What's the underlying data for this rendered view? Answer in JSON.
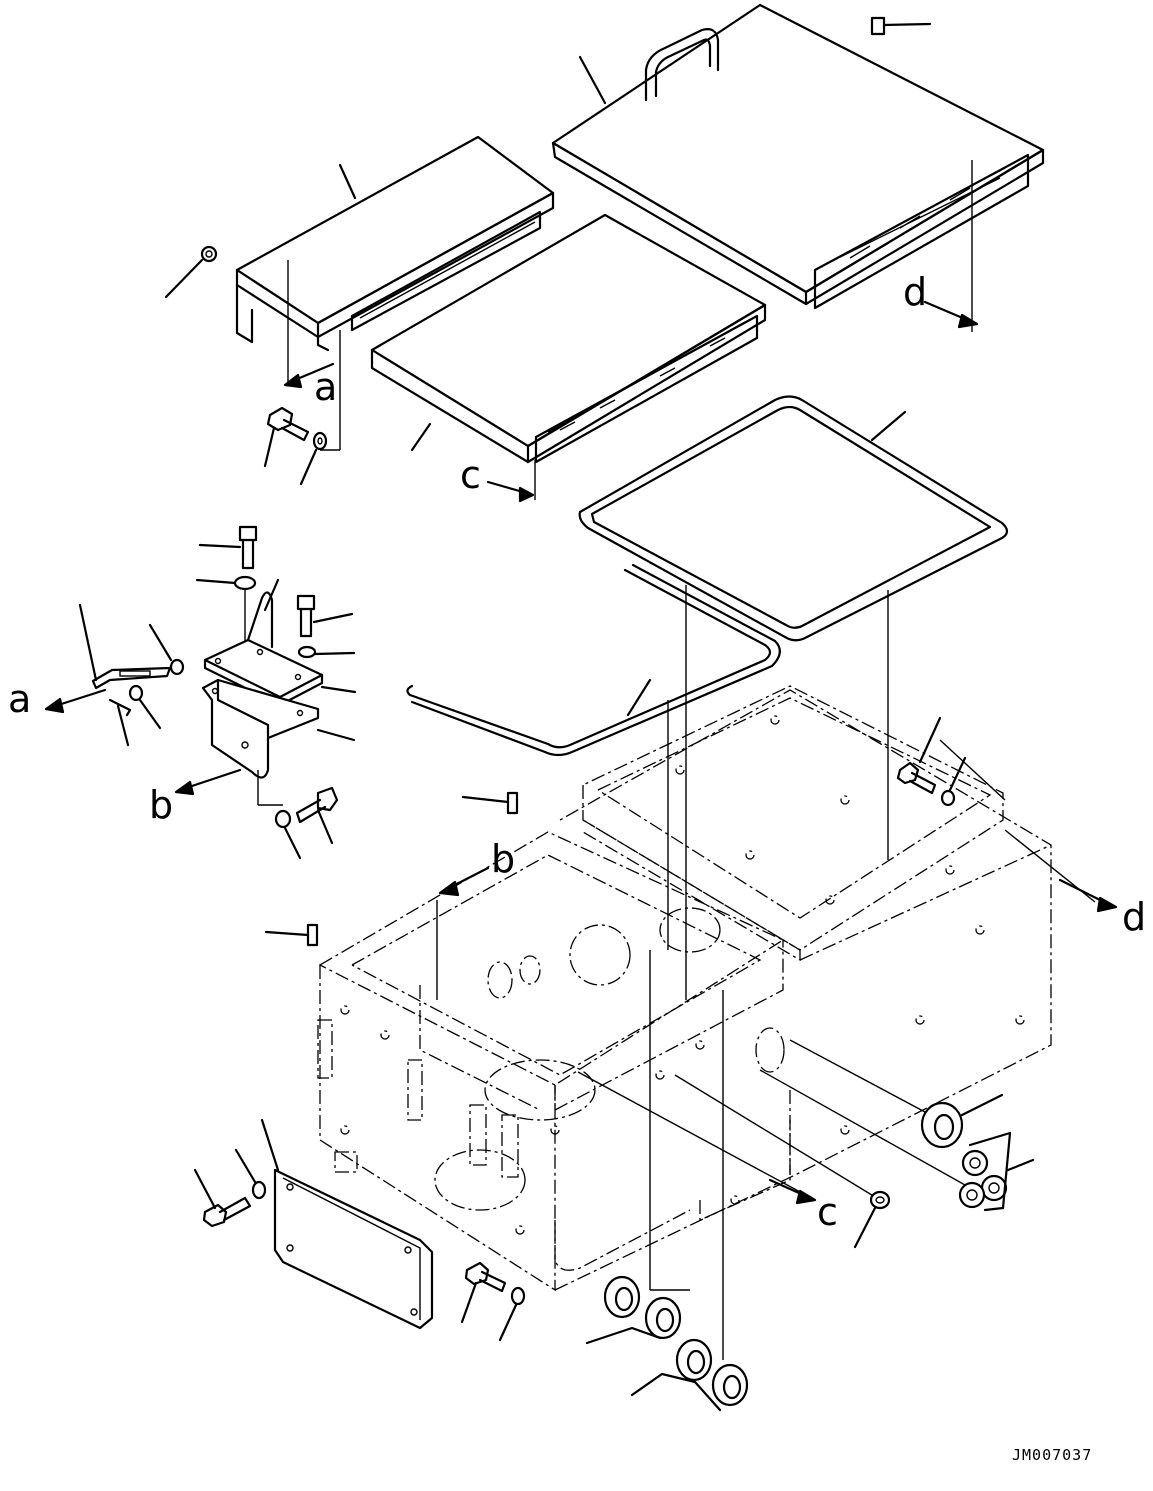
{
  "drawing_id": "JM007037",
  "reference_letters": {
    "a": "a",
    "b": "b",
    "c": "c",
    "d": "d"
  }
}
